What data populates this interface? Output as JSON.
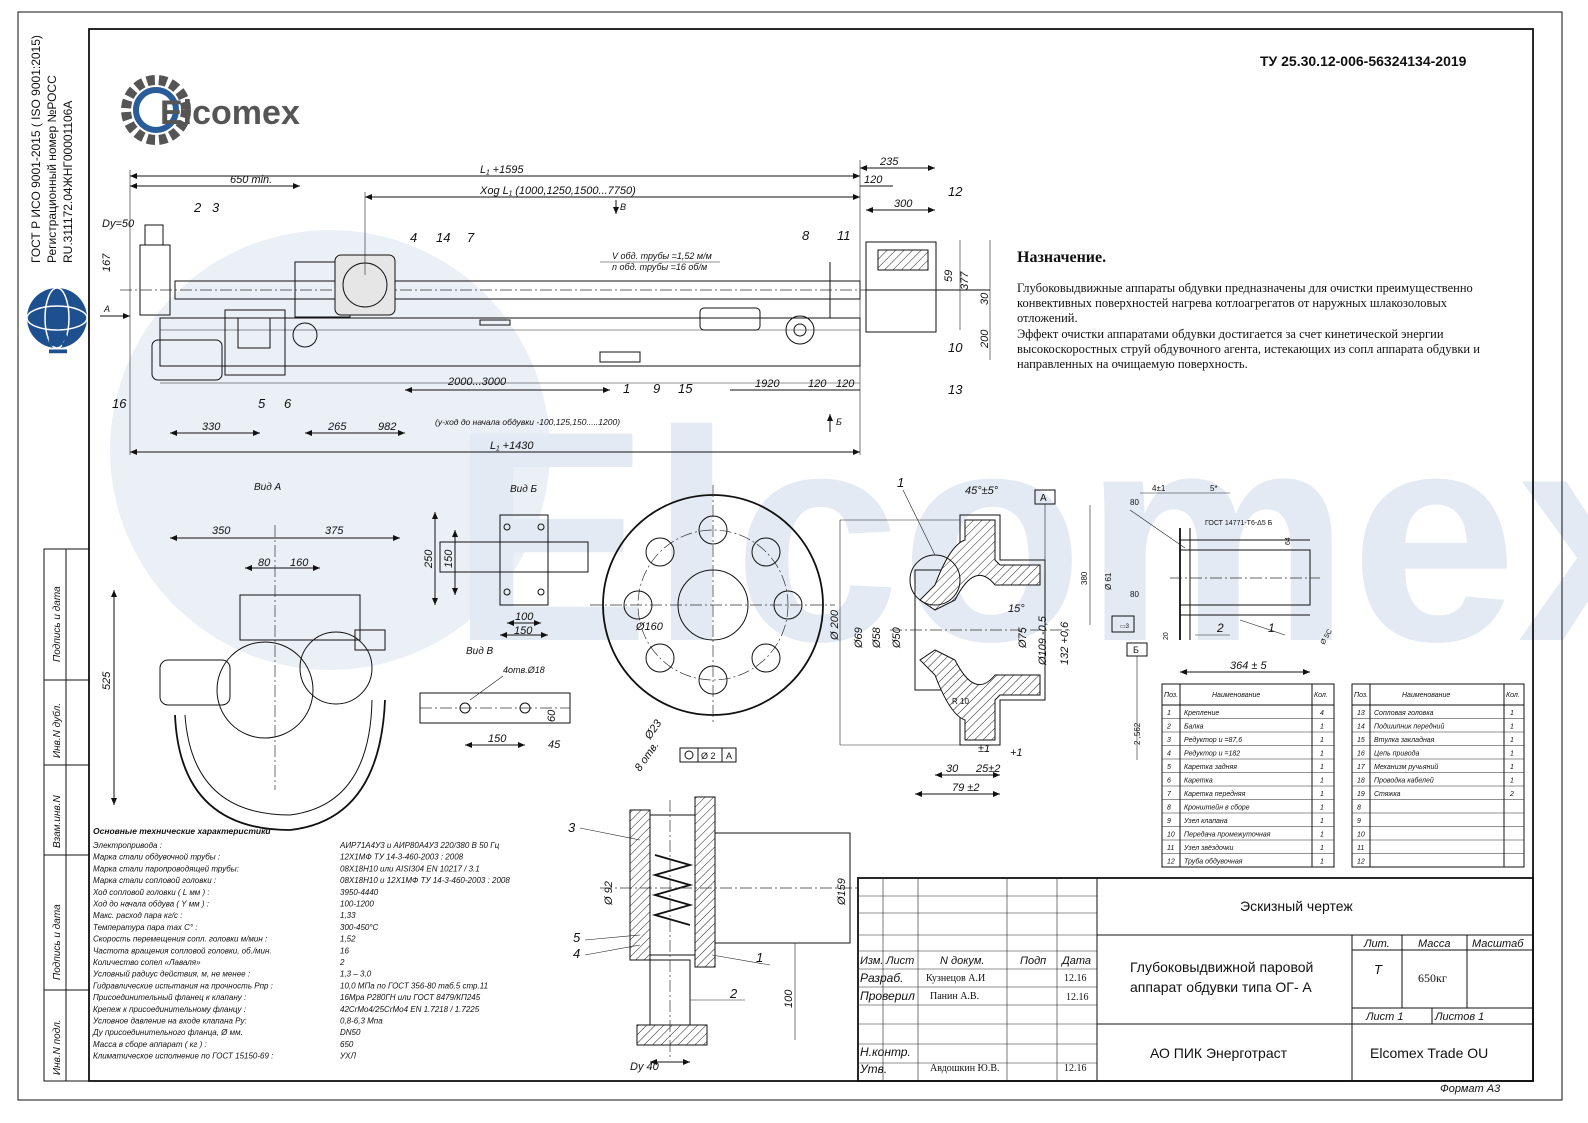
{
  "header": {
    "tu_code": "ТУ  25.30.12-006-56324134-2019",
    "logo_text": "Elcomex",
    "side_cert": [
      "ГОСТ Р ИСО 9001-2015 ( ISO 9001:2015)",
      "Регистрационный номер №РОСС",
      "RU.311172.04ЖНГ00001106А"
    ],
    "iso_text": "ISO"
  },
  "purpose": {
    "title": "Назначение.",
    "lines": [
      "Глубоковыдвижные аппараты обдувки предназначены для очистки преимущественно",
      "конвективных поверхностей нагрева котлоагрегатов от наружных шлакозоловых",
      "отложений.",
      "Эффект очистки аппаратами обдувки достигается за счет кинетической энергии",
      "высокоскоростных струй обдувочного агента, истекающих из сопл аппарата обдувки и",
      "направленных на очищаемую поверхность."
    ]
  },
  "main_view": {
    "dims": {
      "l1_top": "L₁ +1595",
      "min650": "650 min.",
      "xog": "Xog L₁ (1000,1250,1500...7750)",
      "d235": "235",
      "d120a": "120",
      "d300": "300",
      "dy50": "Dy=50",
      "d167": "167",
      "d59": "59",
      "d377": "377",
      "d30": "30",
      "d200": "200",
      "d2000": "2000...3000",
      "d1920": "1920",
      "d120b": "120",
      "d120c": "120",
      "d330": "330",
      "d265": "265",
      "d982": "982",
      "yhod": "(y-ход до начала обдувки -100,125,150.....1200)",
      "l1_bot": "L₁ +1430",
      "arrowA": "A",
      "arrowB": "Б",
      "arrowV": "В"
    },
    "speed1": "V обд. трубы =1,52 м/м",
    "speed2": "n обд. трубы =16 об/м",
    "callouts": [
      "1",
      "2",
      "3",
      "4",
      "5",
      "6",
      "7",
      "8",
      "9",
      "10",
      "11",
      "12",
      "13",
      "14",
      "15",
      "16"
    ]
  },
  "view_a": {
    "title": "Вид А",
    "d350": "350",
    "d375": "375",
    "d80": "80",
    "d160": "160",
    "d525": "525"
  },
  "view_b": {
    "title": "Вид Б",
    "d250": "250",
    "d150a": "150",
    "d100": "100",
    "d150b": "150"
  },
  "view_v": {
    "title": "Вид В",
    "holes": "4отв.Ø18",
    "d60": "60",
    "d150": "150",
    "d45": "45"
  },
  "flange": {
    "d160": "Ø160",
    "d23": "Ø23",
    "holes": "8 отв.",
    "d200": "Ø 200",
    "tol": "Ø 2",
    "ref": "A"
  },
  "nozzle_section": {
    "callout": "1",
    "angle": "45°±5°",
    "ref": "A",
    "d69": "Ø69",
    "d58": "Ø58",
    "d50": "Ø50",
    "d75": "Ø75",
    "d109": "Ø109 -0,5",
    "d132": "132 +0,6",
    "r10": "R 10",
    "a15": "15°",
    "d1a": "±1",
    "d1b": "+1",
    "d30": "30",
    "d25": "25±2",
    "d79": "79 ±2"
  },
  "tube_detail": {
    "d4": "4±1",
    "d5": "5*",
    "d80a": "80",
    "gost": "ГОСТ 14771-Т6-Δ5  Б",
    "d61": "Ø 61",
    "d380": "380",
    "d80b": "80",
    "c1": "1",
    "c2": "2",
    "dsc": "Ø 5С",
    "d364": "364 ± 5",
    "ref": "Б",
    "d2562": "2 ,562",
    "d64": "64",
    "d20": "20",
    "tol": "▭3"
  },
  "valve": {
    "c1": "1",
    "c2": "2",
    "c3": "3",
    "c4": "4",
    "c5": "5",
    "d92": "Ø 92",
    "d159": "Ø159",
    "d100": "100",
    "dy40": "Dy 40"
  },
  "spec_left": {
    "headers": [
      "Поз.",
      "Наименование",
      "Кол."
    ],
    "rows": [
      [
        "1",
        "Крепление",
        "4"
      ],
      [
        "2",
        "Балка",
        "1"
      ],
      [
        "3",
        "Редуктор   u =87,6",
        "1"
      ],
      [
        "4",
        "Редуктор   u =182",
        "1"
      ],
      [
        "5",
        "Каретка задняя",
        "1"
      ],
      [
        "6",
        "Каретка",
        "1"
      ],
      [
        "7",
        "Каретка передняя",
        "1"
      ],
      [
        "8",
        "Кронштейн в сборе",
        "1"
      ],
      [
        "9",
        "Узел клапана",
        "1"
      ],
      [
        "10",
        "Передача промежуточная",
        "1"
      ],
      [
        "11",
        "Узел звёздочки",
        "1"
      ],
      [
        "12",
        "Труба обдувочная",
        "1"
      ]
    ]
  },
  "spec_right": {
    "headers": [
      "Поз.",
      "Наименование",
      "Кол."
    ],
    "rows": [
      [
        "13",
        "Сопловая головка",
        "1"
      ],
      [
        "14",
        "Подшипник передний",
        "1"
      ],
      [
        "15",
        "Втулка закладная",
        "1"
      ],
      [
        "16",
        "Цепь привода",
        "1"
      ],
      [
        "17",
        "Механизм  ручьяний",
        "1"
      ],
      [
        "18",
        "Проводка кабелей",
        "1"
      ],
      [
        "19",
        "Стяжка",
        "2"
      ],
      [
        "8",
        "",
        ""
      ],
      [
        "9",
        "",
        ""
      ],
      [
        "10",
        "",
        ""
      ],
      [
        "11",
        "",
        ""
      ],
      [
        "12",
        "",
        ""
      ]
    ]
  },
  "tech": {
    "title": "Основные технические характеристики",
    "rows": [
      [
        "Электропривода  :",
        "АИР71А4У3 и АИР80А4У3  220/380 В 50 Гц"
      ],
      [
        "Марка стали обдувочной трубы :",
        "12Х1МФ ТУ 14-3-460-2003 : 2008"
      ],
      [
        "Марка стали паропроводящей трубы:",
        "08Х18Н10  или AISI304  EN 10217 / 3.1"
      ],
      [
        "Марка стали сопловой головки :",
        "08Х18Н10 и 12Х1МФ ТУ 14-3-460-2003 : 2008"
      ],
      [
        "Ход сопловой головки ( L мм ) :",
        "3950-4440"
      ],
      [
        "Ход до начала обдува ( Y мм ) :",
        "100-1200"
      ],
      [
        "Макс. расход пара кг/с :",
        "1,33"
      ],
      [
        "Температура пара max С° :",
        "300-450°С"
      ],
      [
        "Скорость перемещения сопл. головки м/мин :",
        "1,52"
      ],
      [
        "Частота вращения сопловой головки, об./мин.",
        "16"
      ],
      [
        "Количество сопел «Лаваля»",
        "2"
      ],
      [
        "Условный радиус действия, м, не менее :",
        "1,3 – 3,0"
      ],
      [
        "Гидравлические испытания на прочность Рпр :",
        "10,0 МПа по ГОСТ 356-80 таб.5 стр.11"
      ],
      [
        "Присоединительный фланец к клапану :",
        "16Мра  Р280ГН или ГОСТ 8479/КП245"
      ],
      [
        "Крепеж к присоединительному фланцу :",
        "42СrMo4/25СrMo4 EN 1.7218 / 1.7225"
      ],
      [
        "Условное давление на входе клапана Ру:",
        "0,8-6,3 Мпа"
      ],
      [
        "Ду присоединительного фланца, Ø мм.",
        "DN50"
      ],
      [
        "Масса в сборе аппарат  ( кг ) :",
        "650"
      ],
      [
        "Климатическое исполнение по ГОСТ 15150-69 :",
        "УХЛ"
      ]
    ]
  },
  "left_strip": [
    "Инв.N подл.",
    "Подпись и дата",
    "Взам.инв.N",
    "Инв.N дубл.",
    "Подпись и дата"
  ],
  "title_block": {
    "sketch": "Эскизный чертеж",
    "head": [
      "Изм.",
      "Лист",
      "N докум.",
      "Подп",
      "Дата"
    ],
    "roles": [
      {
        "role": "Разраб.",
        "name": "Кузнецов А.И",
        "date": "12.16"
      },
      {
        "role": "Проверил",
        "name": "Панин А.В.",
        "date": "12.16"
      },
      {
        "role": "Н.контр.",
        "name": "",
        "date": ""
      },
      {
        "role": "Утв.",
        "name": "Авдошкин Ю.В.",
        "date": "12.16"
      }
    ],
    "product1": "Глубоковыдвижной паровой",
    "product2": "аппарат обдувки типа ОГ- А",
    "org": "АО ПИК Энерготраст",
    "lit_label": "Лит.",
    "mass_label": "Масса",
    "scale_label": "Масштаб",
    "lit": "Т",
    "mass": "650кг",
    "sheet": "Лист 1",
    "sheets": "Листов 1",
    "company": "Elcomex Trade OU",
    "format": "Формат  А3"
  }
}
